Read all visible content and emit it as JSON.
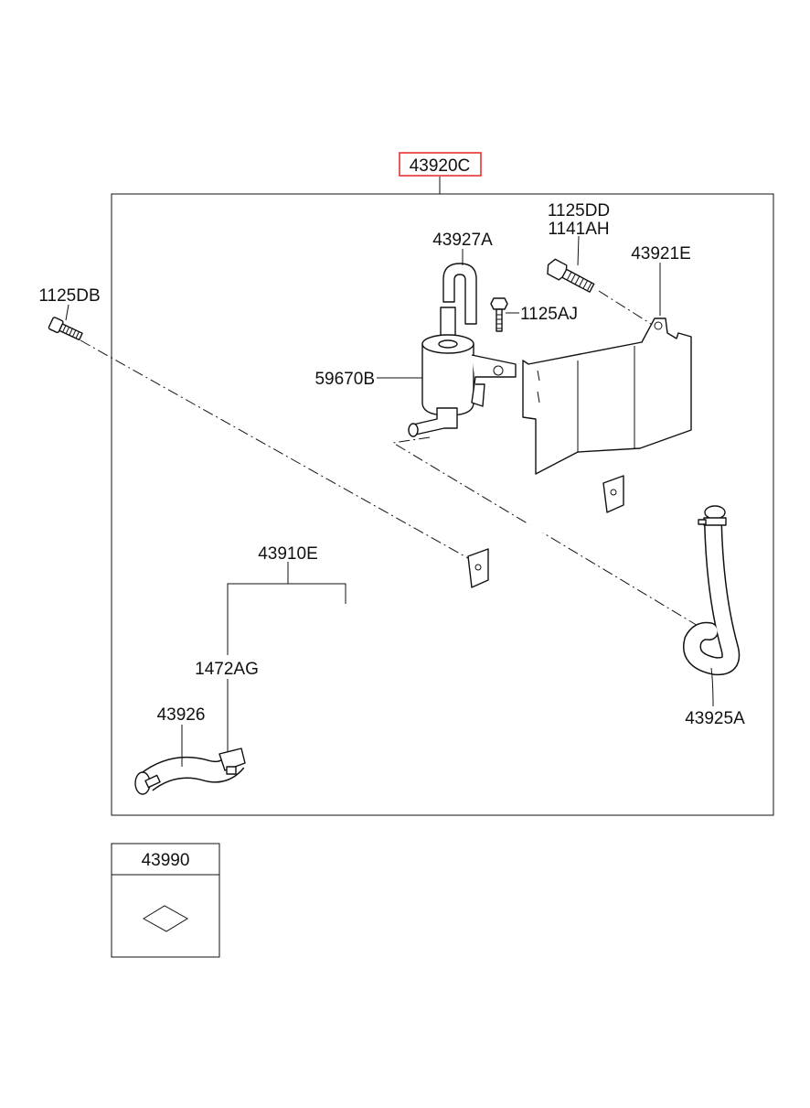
{
  "assembly": {
    "number": "43920C",
    "highlight_color": "#e8322e"
  },
  "callouts": [
    {
      "id": "1125DB",
      "label": "1125DB"
    },
    {
      "id": "43927A",
      "label": "43927A"
    },
    {
      "id": "1125DD",
      "label": "1125DD"
    },
    {
      "id": "1141AH",
      "label": "1141AH"
    },
    {
      "id": "43921E",
      "label": "43921E"
    },
    {
      "id": "1125AJ",
      "label": "1125AJ"
    },
    {
      "id": "59670B",
      "label": "59670B"
    },
    {
      "id": "43910E",
      "label": "43910E"
    },
    {
      "id": "1472AG",
      "label": "1472AG"
    },
    {
      "id": "43926",
      "label": "43926"
    },
    {
      "id": "43925A",
      "label": "43925A"
    }
  ],
  "kit": {
    "number": "43990",
    "icon": "gasket-kit-icon"
  }
}
